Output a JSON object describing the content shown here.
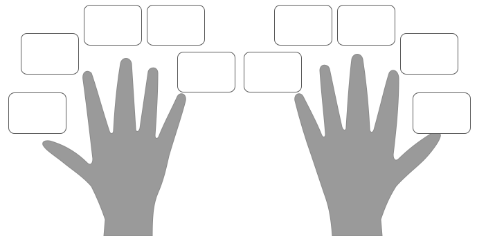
{
  "diagram": {
    "colors": {
      "background": "#ffffff",
      "hand_fill": "#9a9a9a",
      "hand_shadow": "#7f7f7f",
      "box_border": "#5a5a5a"
    },
    "hands": [
      {
        "side": "left",
        "icon": "hand-icon"
      },
      {
        "side": "right",
        "icon": "hand-icon"
      }
    ],
    "answer_boxes": [
      {
        "finger": "left-thumb",
        "text": ""
      },
      {
        "finger": "left-index",
        "text": ""
      },
      {
        "finger": "left-middle",
        "text": ""
      },
      {
        "finger": "left-ring",
        "text": ""
      },
      {
        "finger": "left-little",
        "text": ""
      },
      {
        "finger": "right-thumb",
        "text": ""
      },
      {
        "finger": "right-index",
        "text": ""
      },
      {
        "finger": "right-middle",
        "text": ""
      },
      {
        "finger": "right-ring",
        "text": ""
      },
      {
        "finger": "right-little",
        "text": ""
      }
    ]
  }
}
